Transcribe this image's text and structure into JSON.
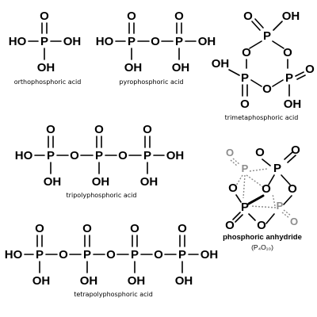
{
  "atoms": {
    "P": "P",
    "O": "O",
    "OH": "OH",
    "HO": "HO"
  },
  "captions": {
    "ortho": "orthophosphoric acid",
    "pyro": "pyrophosphoric acid",
    "trimeta": "trimetaphosphoric acid",
    "tripoly": "tripolyphosphoric acid",
    "tetrapoly": "tetrapolyphosphoric acid",
    "anhydride": "phosphoric anhydride",
    "anhydride_formula": "(P₄O₁₀)"
  },
  "colors": {
    "ink": "#000000",
    "ghost": "#8c8c8c"
  }
}
